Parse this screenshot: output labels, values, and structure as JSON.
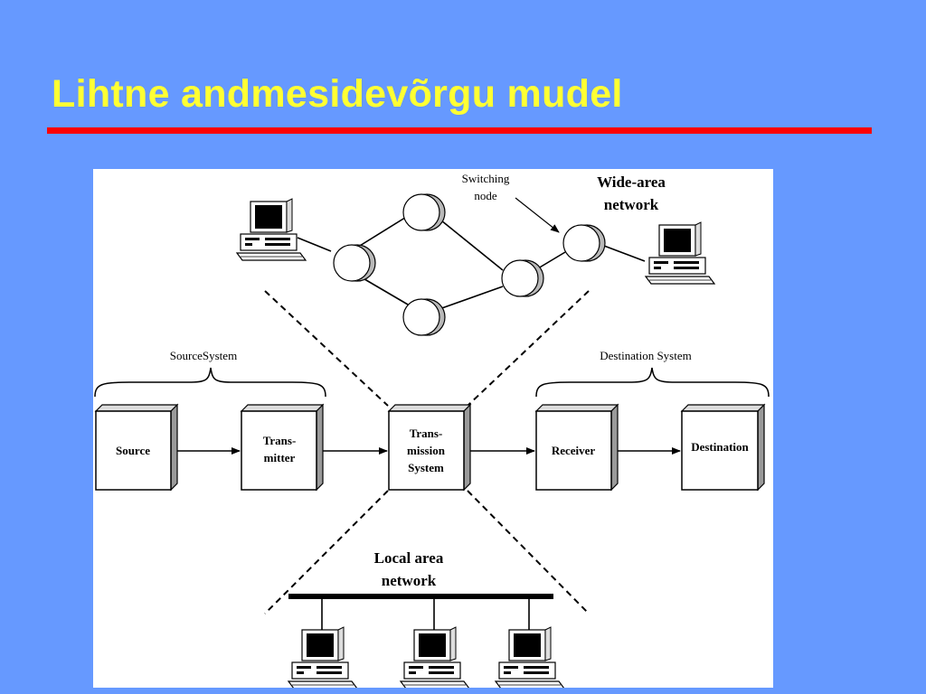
{
  "slide": {
    "title": "Lihtne andmesidevõrgu mudel"
  },
  "diagram": {
    "wan": {
      "label_line1": "Wide-area",
      "label_line2": "network"
    },
    "switching_node": {
      "label_line1": "Switching",
      "label_line2": "node"
    },
    "source_system": "SourceSystem",
    "destination_system": "Destination System",
    "blocks": {
      "source": "Source",
      "transmitter_line1": "Trans-",
      "transmitter_line2": "mitter",
      "transmission_line1": "Trans-",
      "transmission_line2": "mission",
      "transmission_line3": "System",
      "receiver": "Receiver",
      "destination": "Destination"
    },
    "lan": {
      "label_line1": "Local area",
      "label_line2": "network"
    }
  }
}
